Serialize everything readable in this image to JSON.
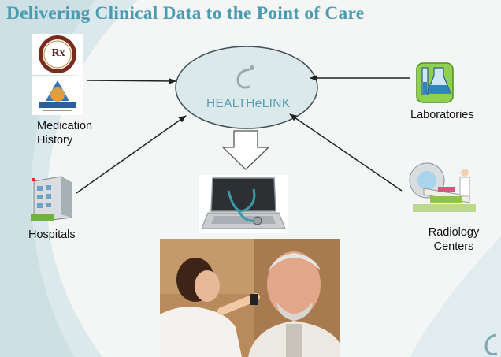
{
  "title": "Delivering  Clinical  Data to the Point  of Care",
  "hub": {
    "logo_text": "HEALTHeLINK"
  },
  "sources": {
    "medication_history": {
      "line1": "Medication",
      "line2": "History",
      "badge1_text": "Rx"
    },
    "laboratories": {
      "label": "Laboratories"
    },
    "hospitals": {
      "label": "Hospitals"
    },
    "radiology": {
      "line1": "Radiology",
      "line2": "Centers"
    }
  },
  "colors": {
    "title": "#4a9ab0",
    "swoosh": "#c9dfe4",
    "hub_fill": "#dce9ea",
    "arrow": "#222222"
  }
}
